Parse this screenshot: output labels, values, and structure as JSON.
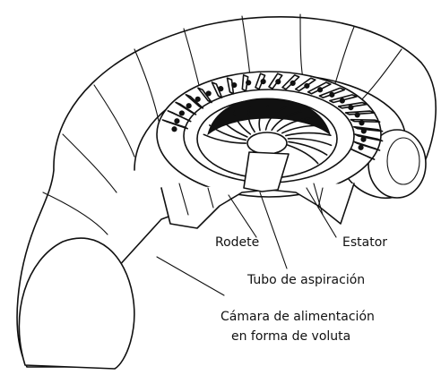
{
  "labels": {
    "runner": "Rodete",
    "stator": "Estator",
    "draft_tube": "Tubo de aspiración",
    "spiral_casing_line1": "Cámara de alimentación",
    "spiral_casing_line2": "en forma de voluta"
  }
}
